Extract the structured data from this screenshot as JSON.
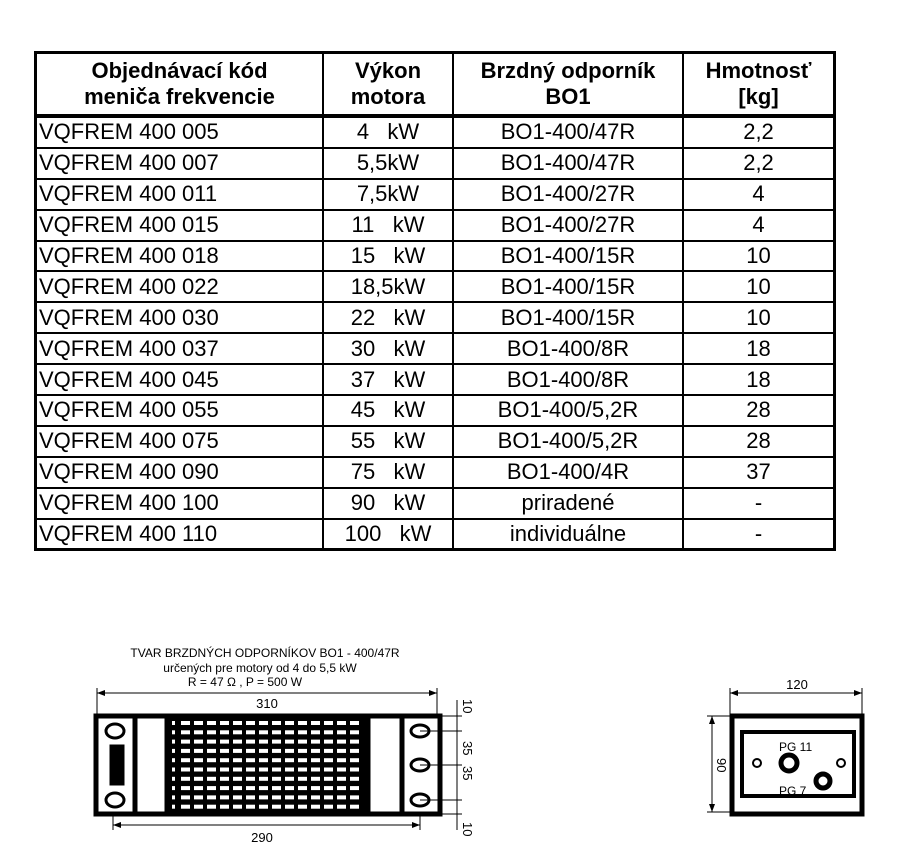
{
  "table": {
    "headers": [
      "Objednávací kód\nmeniča frekvencie",
      "Výkon\nmotora",
      "Brzdný odporník\nBO1",
      "Hmotnosť\n[kg]"
    ],
    "rows": [
      [
        "VQFREM 400 005",
        "4   kW",
        "BO1-400/47R",
        "2,2"
      ],
      [
        "VQFREM 400 007",
        "5,5kW",
        "BO1-400/47R",
        "2,2"
      ],
      [
        "VQFREM 400 011",
        "7,5kW",
        "BO1-400/27R",
        "4"
      ],
      [
        "VQFREM 400 015",
        "11   kW",
        "BO1-400/27R",
        "4"
      ],
      [
        "VQFREM 400 018",
        "15   kW",
        "BO1-400/15R",
        "10"
      ],
      [
        "VQFREM 400 022",
        "18,5kW",
        "BO1-400/15R",
        "10"
      ],
      [
        "VQFREM 400 030",
        "22   kW",
        "BO1-400/15R",
        "10"
      ],
      [
        "VQFREM 400 037",
        "30   kW",
        "BO1-400/8R",
        "18"
      ],
      [
        "VQFREM 400 045",
        "37   kW",
        "BO1-400/8R",
        "18"
      ],
      [
        "VQFREM 400 055",
        "45   kW",
        "BO1-400/5,2R",
        "28"
      ],
      [
        "VQFREM 400 075",
        "55   kW",
        "BO1-400/5,2R",
        "28"
      ],
      [
        "VQFREM 400 090",
        "75   kW",
        "BO1-400/4R",
        "37"
      ],
      [
        "VQFREM 400 100",
        "90   kW",
        "priradené",
        "-"
      ],
      [
        "VQFREM 400 110",
        "100   kW",
        "individuálne",
        "-"
      ]
    ]
  },
  "drawing": {
    "title": "TVAR BRZDNÝCH ODPORNÍKOV BO1 - 400/47R",
    "subtitle": "určených pre motory od 4 do 5,5 kW",
    "specs": "R = 47 Ω , P = 500 W",
    "dim_length": "310",
    "dim_holes": "290",
    "dim_a": "10",
    "dim_b": "35",
    "dim_c": "35",
    "dim_d": "10",
    "dim_width": "120",
    "dim_height": "90",
    "pg11": "PG 11",
    "pg7": "PG 7"
  }
}
